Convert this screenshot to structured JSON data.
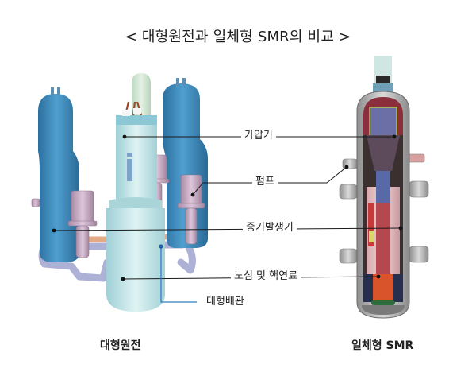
{
  "title": "< 대형원전과 일체형 SMR의 비교 >",
  "labels": {
    "pressurizer": "가압기",
    "pump": "펌프",
    "steam_generator": "증기발생기",
    "core_fuel": "노심 및 핵연료",
    "large_piping": "대형배관"
  },
  "captions": {
    "large_reactor": "대형원전",
    "integral_smr": "일체형 SMR"
  },
  "colors": {
    "leader_line": "#1a1a1a",
    "piping_line": "#2f7fc1",
    "steam_generator_blue": "#3a86b8",
    "reactor_vessel": "#bfe3e6",
    "pump_mauve": "#c9a9c4",
    "smr_shell": "#b8b8b8",
    "smr_core": "#d9532b"
  }
}
